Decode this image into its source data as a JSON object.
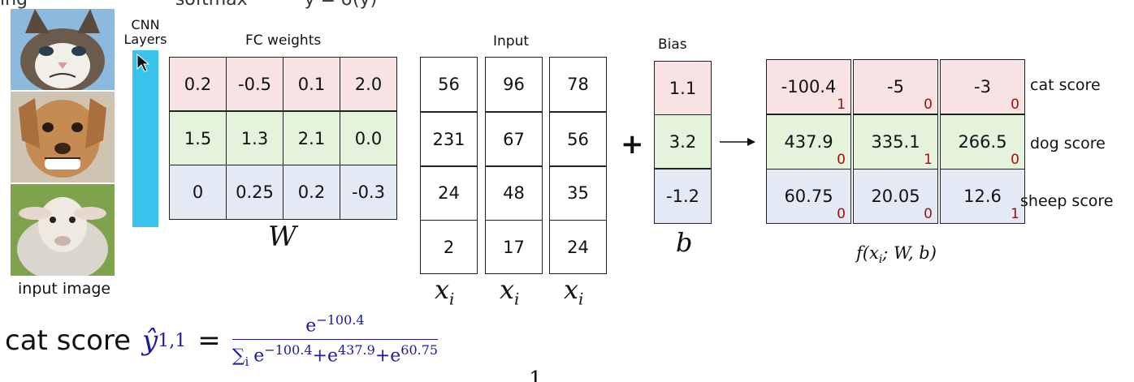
{
  "header_fragment": "ing                          softmax          ŷ = σ(y)",
  "images": {
    "caption": "input image",
    "items": [
      {
        "name": "cat",
        "bg": "#87b8e0"
      },
      {
        "name": "dog",
        "bg": "#d7c9b3"
      },
      {
        "name": "sheep",
        "bg": "#7fa24c"
      }
    ]
  },
  "cnn": {
    "label_line1": "CNN",
    "label_line2": "Layers",
    "color": "#39c4ee"
  },
  "weights": {
    "title": "FC weights",
    "symbol": "W",
    "rows": [
      [
        "0.2",
        "-0.5",
        "0.1",
        "2.0"
      ],
      [
        "1.5",
        "1.3",
        "2.1",
        "0.0"
      ],
      [
        "0",
        "0.25",
        "0.2",
        "-0.3"
      ]
    ]
  },
  "input": {
    "title": "Input",
    "symbol": "x",
    "subscript": "i",
    "columns": [
      [
        "56",
        "231",
        "24",
        "2"
      ],
      [
        "96",
        "67",
        "48",
        "17"
      ],
      [
        "78",
        "56",
        "35",
        "24"
      ]
    ]
  },
  "plus": "+",
  "bias": {
    "title": "Bias",
    "symbol": "b",
    "values": [
      "1.1",
      "3.2",
      "-1.2"
    ]
  },
  "arrow": "→",
  "output": {
    "function_label": "f(x_i; W, b)",
    "function_parts": {
      "f": "f(",
      "x": "x",
      "i": "i",
      "rest": "; W, b)"
    },
    "row_labels": [
      "cat score",
      "dog score",
      "sheep score"
    ],
    "columns": [
      [
        {
          "v": "-100.4",
          "i": "1"
        },
        {
          "v": "437.9",
          "i": "0"
        },
        {
          "v": "60.75",
          "i": "0"
        }
      ],
      [
        {
          "v": "-5",
          "i": "0"
        },
        {
          "v": "335.1",
          "i": "1"
        },
        {
          "v": "20.05",
          "i": "0"
        }
      ],
      [
        {
          "v": "-3",
          "i": "0"
        },
        {
          "v": "266.5",
          "i": "0"
        },
        {
          "v": "12.6",
          "i": "1"
        }
      ]
    ]
  },
  "formula": {
    "prefix": "cat score",
    "lhs": "ŷ",
    "lhs_sub": "1,1",
    "equals": "=",
    "numerator": "e",
    "numerator_exp": "−100.4",
    "denom_sum": "∑",
    "denom_sub": "i",
    "denom_terms": [
      {
        "base": "e",
        "exp": "−100.4",
        "join": "+"
      },
      {
        "base": "e",
        "exp": "437.9",
        "join": "+"
      },
      {
        "base": "e",
        "exp": "60.75",
        "join": ""
      }
    ]
  },
  "colors": {
    "cat_row": "#f7e3e3",
    "dog_row": "#e5f3dd",
    "sheep_row": "#e3e9f5",
    "formula_blue": "#1a1aa0",
    "index_red": "#a01010"
  }
}
